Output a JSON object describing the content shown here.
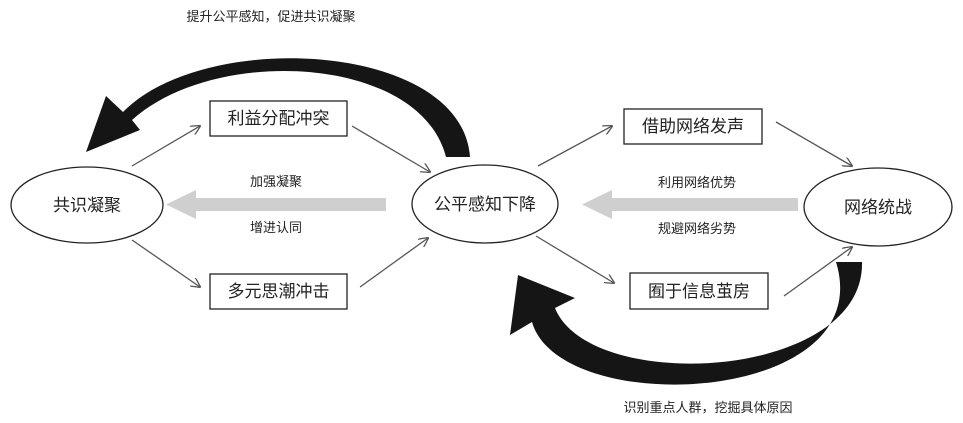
{
  "nodes": {
    "consensus": "共识凝聚",
    "fairness_drop": "公平感知下降",
    "network_united_front": "网络统战"
  },
  "boxes": {
    "interest_conflict": "利益分配冲突",
    "ideology_impact": "多元思潮冲击",
    "network_voice": "借助网络发声",
    "info_cocoon": "囿于信息茧房"
  },
  "labels": {
    "top_arc": "提升公平感知，促进共识凝聚",
    "bottom_arc": "识别重点人群，挖掘具体原因",
    "left_arrow_upper": "加强凝聚",
    "left_arrow_lower": "增进认同",
    "right_arrow_upper": "利用网络优势",
    "right_arrow_lower": "规避网络劣势"
  },
  "colors": {
    "big_arc": "#151515",
    "gray_arrow": "#cfcfcf",
    "thin_line": "#555555",
    "shape_border": "#222222"
  }
}
